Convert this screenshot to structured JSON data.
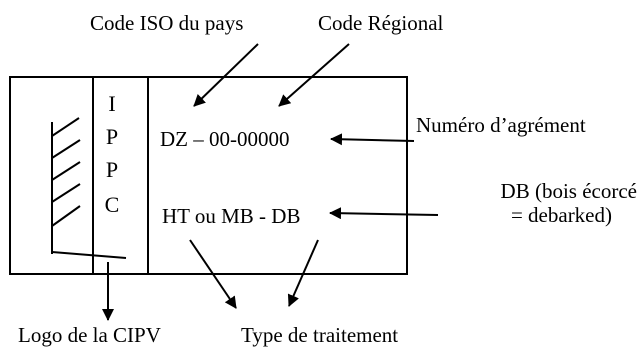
{
  "labels": {
    "iso_code": "Code ISO du pays",
    "regional_code": "Code Régional",
    "approval_number": "Numéro d’agrément",
    "debarked_line1": "DB (bois écorcé",
    "debarked_line2": "= debarked)",
    "ippc_logo": "Logo de la CIPV",
    "treatment_type": "Type de traitement"
  },
  "stamp": {
    "ippc_letters": [
      "I",
      "P",
      "P",
      "C"
    ],
    "code_line": "DZ – 00-00000",
    "treatment_line": "HT ou MB - DB"
  }
}
